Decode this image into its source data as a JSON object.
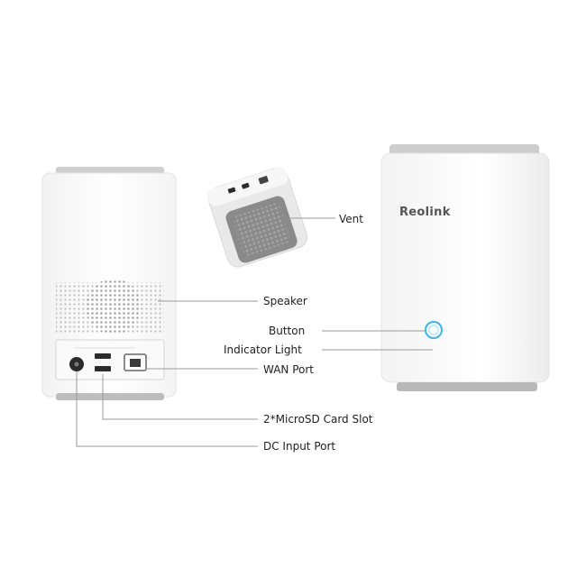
{
  "brand": "Reolink",
  "callouts": {
    "vent": "Vent",
    "speaker": "Speaker",
    "button": "Button",
    "indicator_light": "Indicator Light",
    "wan_port": "WAN Port",
    "microsd_slot": "2*MicroSD Card Slot",
    "dc_input_port": "DC Input Port"
  },
  "colors": {
    "body": "#ffffff",
    "edge_gray": "#c9c9c9",
    "vent_gray": "#8c8c8c",
    "line": "#9a9a9a",
    "indicator": "#3fb5e8"
  }
}
